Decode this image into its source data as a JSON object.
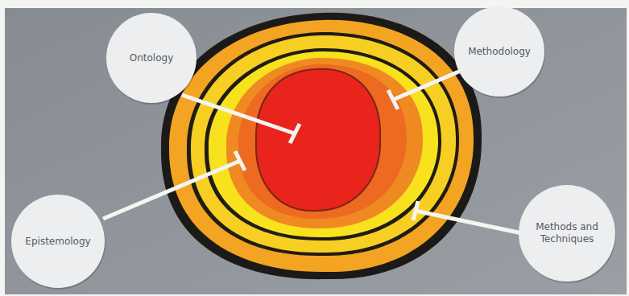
{
  "diagram": {
    "nodes": [
      {
        "text": [
          "Ontology"
        ]
      },
      {
        "text": [
          "Methodology"
        ]
      },
      {
        "text": [
          "Epistemology"
        ]
      },
      {
        "text": [
          "Methods and Techniques"
        ]
      }
    ]
  }
}
